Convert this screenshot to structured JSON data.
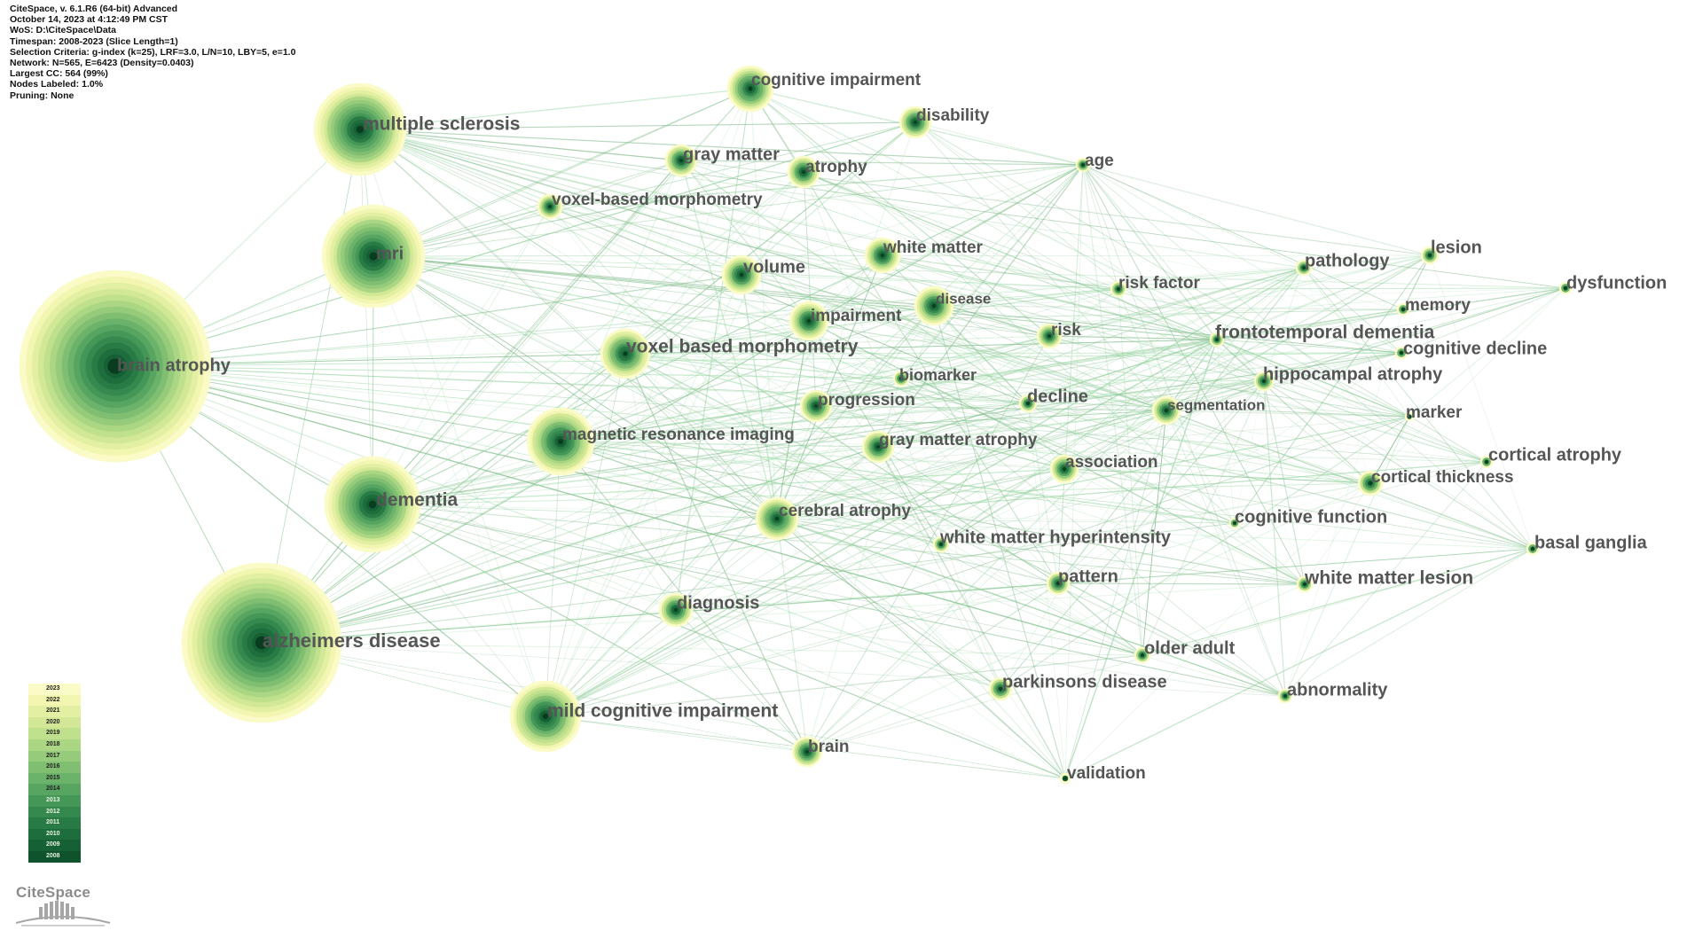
{
  "info": {
    "lines": [
      "CiteSpace, v. 6.1.R6 (64-bit) Advanced",
      "October 14, 2023 at 4:12:49 PM CST",
      "WoS: D:\\CiteSpace\\Data",
      "Timespan: 2008-2023 (Slice Length=1)",
      "Selection Criteria: g-index (k=25), LRF=3.0, L/N=10, LBY=5, e=1.0",
      "Network: N=565, E=6423 (Density=0.0403)",
      "Largest CC: 564 (99%)",
      "Nodes Labeled: 1.0%",
      "Pruning: None"
    ]
  },
  "legend": {
    "years": [
      "2023",
      "2022",
      "2021",
      "2020",
      "2019",
      "2018",
      "2017",
      "2016",
      "2015",
      "2014",
      "2013",
      "2012",
      "2011",
      "2010",
      "2009",
      "2008"
    ],
    "colors": [
      "#fbfbc8",
      "#f2f6b0",
      "#e3f0a3",
      "#d2e897",
      "#bfe08c",
      "#abd683",
      "#96cb7b",
      "#80bf72",
      "#6bb26a",
      "#57a561",
      "#459758",
      "#36894e",
      "#297b45",
      "#1e6d3c",
      "#156034",
      "#0e532c"
    ]
  },
  "logo": {
    "text": "CiteSpace"
  },
  "network": {
    "nodes": [
      {
        "label": "brain atrophy",
        "size": "xl"
      },
      {
        "label": "alzheimers disease",
        "size": "xl"
      },
      {
        "label": "mri",
        "size": "l"
      },
      {
        "label": "multiple sclerosis",
        "size": "l"
      },
      {
        "label": "dementia",
        "size": "l"
      },
      {
        "label": "mild cognitive impairment",
        "size": "m"
      },
      {
        "label": "magnetic resonance imaging",
        "size": "m"
      },
      {
        "label": "voxel based morphometry",
        "size": "m"
      },
      {
        "label": "cognitive impairment",
        "size": "s"
      },
      {
        "label": "disability",
        "size": "s"
      },
      {
        "label": "gray matter",
        "size": "s"
      },
      {
        "label": "atrophy",
        "size": "s"
      },
      {
        "label": "voxel-based morphometry",
        "size": "s"
      },
      {
        "label": "age",
        "size": "xs"
      },
      {
        "label": "white matter",
        "size": "s"
      },
      {
        "label": "volume",
        "size": "s"
      },
      {
        "label": "disease",
        "size": "s"
      },
      {
        "label": "impairment",
        "size": "s"
      },
      {
        "label": "risk factor",
        "size": "xs"
      },
      {
        "label": "pathology",
        "size": "xs"
      },
      {
        "label": "lesion",
        "size": "xs"
      },
      {
        "label": "dysfunction",
        "size": "xs"
      },
      {
        "label": "memory",
        "size": "xs"
      },
      {
        "label": "risk",
        "size": "xs"
      },
      {
        "label": "frontotemporal dementia",
        "size": "xs"
      },
      {
        "label": "cognitive decline",
        "size": "xs"
      },
      {
        "label": "biomarker",
        "size": "xs"
      },
      {
        "label": "hippocampal atrophy",
        "size": "xs"
      },
      {
        "label": "progression",
        "size": "s"
      },
      {
        "label": "decline",
        "size": "xs"
      },
      {
        "label": "segmentation",
        "size": "s"
      },
      {
        "label": "marker",
        "size": "xs"
      },
      {
        "label": "gray matter atrophy",
        "size": "s"
      },
      {
        "label": "association",
        "size": "s"
      },
      {
        "label": "cortical atrophy",
        "size": "xs"
      },
      {
        "label": "cortical thickness",
        "size": "xs"
      },
      {
        "label": "cerebral atrophy",
        "size": "s"
      },
      {
        "label": "white matter hyperintensity",
        "size": "xs"
      },
      {
        "label": "cognitive function",
        "size": "xs"
      },
      {
        "label": "basal ganglia",
        "size": "xs"
      },
      {
        "label": "pattern",
        "size": "xs"
      },
      {
        "label": "white matter lesion",
        "size": "xs"
      },
      {
        "label": "diagnosis",
        "size": "s"
      },
      {
        "label": "older adult",
        "size": "xs"
      },
      {
        "label": "parkinsons disease",
        "size": "s"
      },
      {
        "label": "abnormality",
        "size": "xs"
      },
      {
        "label": "brain",
        "size": "s"
      },
      {
        "label": "validation",
        "size": "xs"
      }
    ]
  }
}
